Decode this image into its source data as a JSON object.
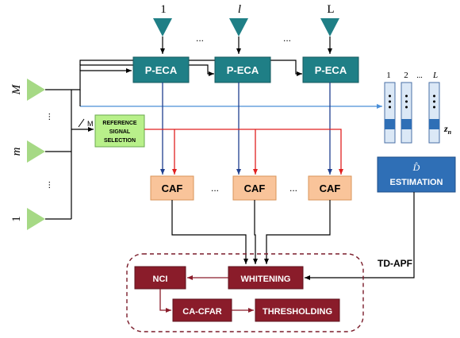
{
  "antennas_top": {
    "label_first": "1",
    "label_mid": "l",
    "label_last": "L",
    "dots": "..."
  },
  "antennas_left": {
    "label_top": "M",
    "label_mid": "m",
    "label_bottom": "1",
    "dots": "..."
  },
  "blocks": {
    "peca_1": "P-ECA",
    "peca_2": "P-ECA",
    "peca_3": "P-ECA",
    "ref_line1": "REFERENCE",
    "ref_line2": "SIGNAL",
    "ref_line3": "SELECTION",
    "caf_1": "CAF",
    "caf_2": "CAF",
    "caf_3": "CAF",
    "caf_dots": "...",
    "d_hat": "D̂",
    "estimation": "ESTIMATION",
    "whitening": "WHITENING",
    "nci": "NCI",
    "cacfar": "CA-CFAR",
    "thresholding": "THRESHOLDING",
    "td_apf": "TD-APF",
    "bus_label": "M"
  },
  "vectors": {
    "label_1": "1",
    "label_2": "2",
    "label_dots": "...",
    "label_L": "L",
    "z_label": "z",
    "z_sub": "n"
  },
  "colors": {
    "teal": "#1f7f86",
    "green_antenna": "#a6d985",
    "ref_green": "#b8f08a",
    "caf_orange": "#f9c49a",
    "dark_red": "#8a1c2a",
    "blue_box": "#2f6fb6",
    "blue_line": "#4a8fd8",
    "dark_blue_line": "#1f3f8f",
    "red_line": "#e02020"
  }
}
